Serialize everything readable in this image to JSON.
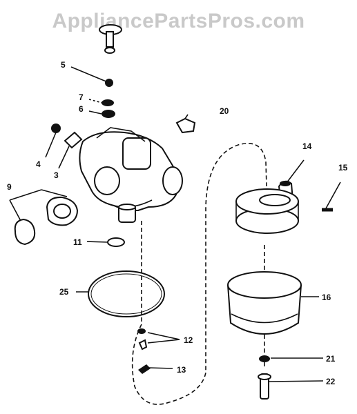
{
  "watermark": "AppliancePartsPros.com",
  "callouts": {
    "c3": "3",
    "c4": "4",
    "c5": "5",
    "c6": "6",
    "c7": "7",
    "c9": "9",
    "c11": "11",
    "c12": "12",
    "c13": "13",
    "c14": "14",
    "c15": "15",
    "c16": "16",
    "c20": "20",
    "c21": "21",
    "c22": "22",
    "c25": "25"
  }
}
